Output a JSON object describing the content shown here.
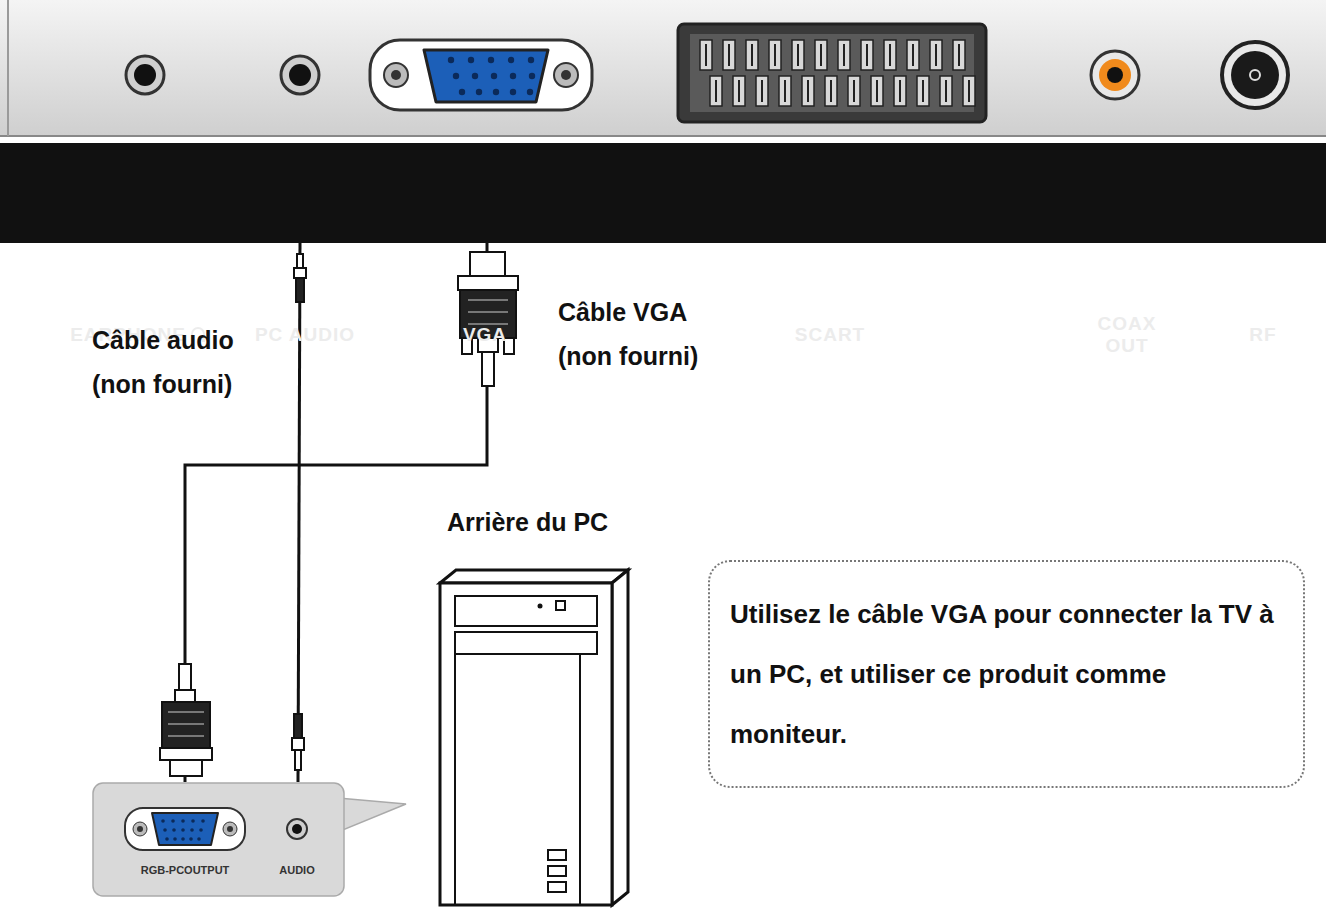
{
  "diagram": {
    "nodes": [
      {
        "text": [
          "EARPHONE",
          "PC AUDIO",
          "VGA",
          "SCART",
          "COAX OUT",
          "RF"
        ]
      },
      {
        "text": [
          "Utilisez le câble VGA pour connecter la TV à un PC, et utiliser ce produit comme moniteur."
        ]
      },
      {
        "text": [
          "RGB-PCOUTPUT",
          "AUDIO"
        ]
      }
    ],
    "edges": [
      {
        "from": 0,
        "to": 2,
        "arrow": "none"
      },
      {
        "from": 0,
        "to": 2,
        "arrow": "none"
      }
    ],
    "labels": [
      "Câble audio (non fourni)",
      "Câble VGA (non fourni)",
      "Arrière du PC"
    ]
  }
}
